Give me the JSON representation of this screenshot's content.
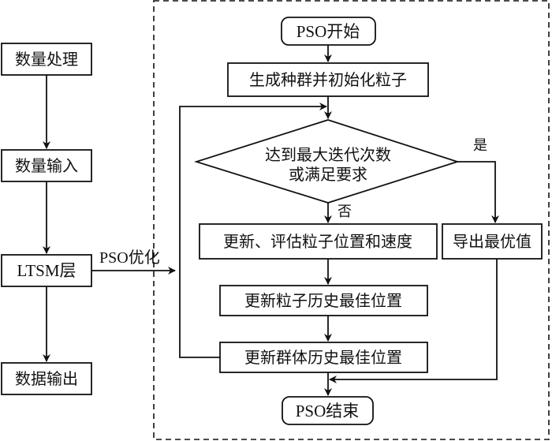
{
  "left_flow": {
    "step1": "数量处理",
    "step2": "数量输入",
    "step3": "LTSM层",
    "step4": "数据输出"
  },
  "edge_label_pso": "PSO优化",
  "pso_flow": {
    "start": "PSO开始",
    "init": "生成种群并初始化粒子",
    "decision_line1": "达到最大迭代次数",
    "decision_line2": "或满足要求",
    "yes_label": "是",
    "no_label": "否",
    "update_eval": "更新、评估粒子位置和速度",
    "export_best": "导出最优值",
    "update_particle_best": "更新粒子历史最佳位置",
    "update_group_best": "更新群体历史最佳位置",
    "end": "PSO结束"
  }
}
